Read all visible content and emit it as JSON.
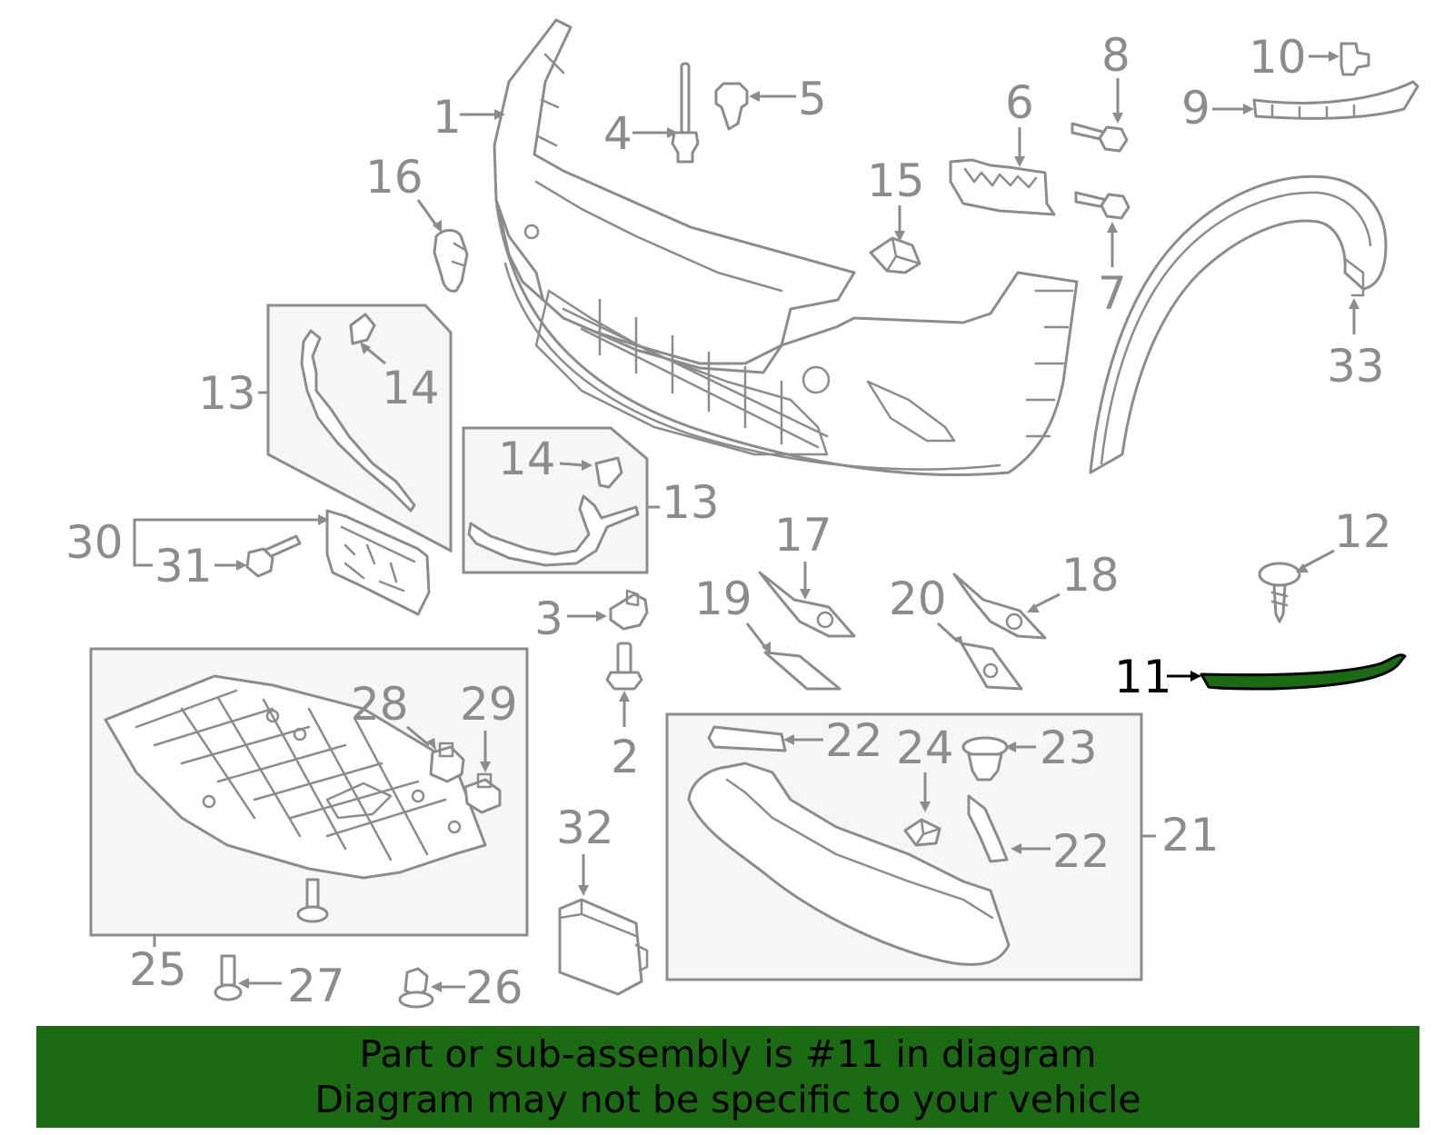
{
  "diagram": {
    "highlighted_part": "11",
    "highlight_color": "#1b6b12",
    "line_color": "#8c8c8c",
    "callouts": [
      "1",
      "2",
      "3",
      "4",
      "5",
      "6",
      "7",
      "8",
      "9",
      "10",
      "11",
      "12",
      "13",
      "13",
      "14",
      "14",
      "15",
      "16",
      "17",
      "18",
      "19",
      "20",
      "21",
      "22",
      "22",
      "23",
      "24",
      "25",
      "26",
      "27",
      "28",
      "29",
      "30",
      "31",
      "32",
      "33"
    ]
  },
  "banner": {
    "line1": "Part or sub-assembly is #11 in diagram",
    "line2": "Diagram may not be specific to your vehicle",
    "background": "#1b6b12"
  }
}
